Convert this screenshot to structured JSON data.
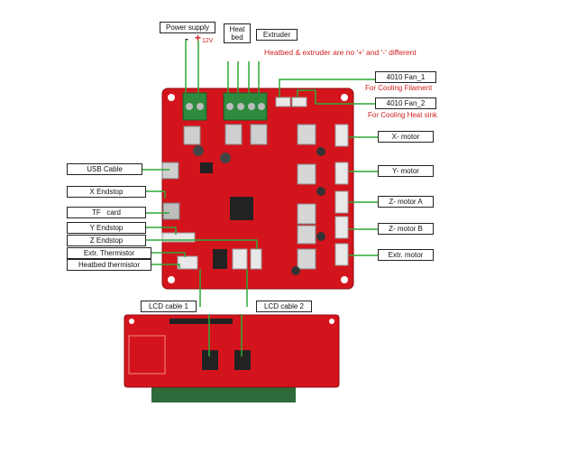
{
  "labels": {
    "power_supply": "Power supply",
    "heat_bed_1": "Heat",
    "heat_bed_2": "bed",
    "extruder": "Extruder",
    "minus": "-",
    "plus": "+",
    "v12": "12V",
    "polarity_note": "Heatbed & extruder are no '+' and '-' different",
    "fan1": "4010 Fan_1",
    "fan1_note": "For Cooling Filament",
    "fan2": "4010 Fan_2",
    "fan2_note": "For Cooling Heat sink",
    "x_motor": "X- motor",
    "y_motor": "Y- motor",
    "z_motor_a": "Z- motor A",
    "z_motor_b": "Z- motor B",
    "extr_motor": "Extr. motor",
    "usb_cable": "USB Cable",
    "x_endstop": "X Endstop",
    "tf_card": "TF   card",
    "y_endstop": "Y Endstop",
    "z_endstop": "Z Endstop",
    "extr_thermistor": "Extr. Thermistor",
    "heatbed_thermistor": "Heatbed thermistor",
    "lcd_cable_1": "LCD cable 1",
    "lcd_cable_2": "LCD cable 2"
  },
  "colors": {
    "board": "#d4141c",
    "board_dark": "#a80d13",
    "terminal": "#2e8b3e",
    "wire": "#2ea836",
    "connector": "#e8e8e8",
    "lcd_bezel": "#2f6b3a"
  }
}
